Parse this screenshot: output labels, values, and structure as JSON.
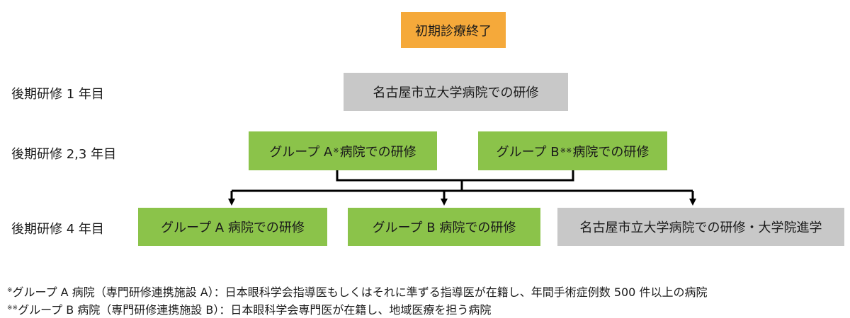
{
  "row_labels": {
    "year1": "後期研修 1 年目",
    "year23": "後期研修 2,3 年目",
    "year4": "後期研修 4 年目"
  },
  "nodes": {
    "start": "初期診療終了",
    "year1_nagoya": "名古屋市立大学病院での研修",
    "year23_group_a_prefix": "グループ A",
    "year23_group_a_mark": "※",
    "year23_group_a_suffix": "病院での研修",
    "year23_group_b_prefix": "グループ B",
    "year23_group_b_mark": "※※",
    "year23_group_b_suffix": "病院での研修",
    "year4_group_a": "グループ A 病院での研修",
    "year4_group_b": "グループ B 病院での研修",
    "year4_nagoya_grad": "名古屋市立大学病院での研修・大学院進学"
  },
  "footnotes": [
    {
      "mark": "※",
      "text": "グループ A 病院（専門研修連携施設 A）：日本眼科学会指導医もしくはそれに準ずる指導医が在籍し、年間手術症例数 500 件以上の病院"
    },
    {
      "mark": "※※",
      "text": "グループ B 病院（専門研修連携施設 B）：日本眼科学会専門医が在籍し、地域医療を担う病院"
    }
  ],
  "colors": {
    "start": "#f5a93a",
    "nagoya": "#c8c8c8",
    "group": "#8bc34a",
    "connector": "#000000"
  }
}
